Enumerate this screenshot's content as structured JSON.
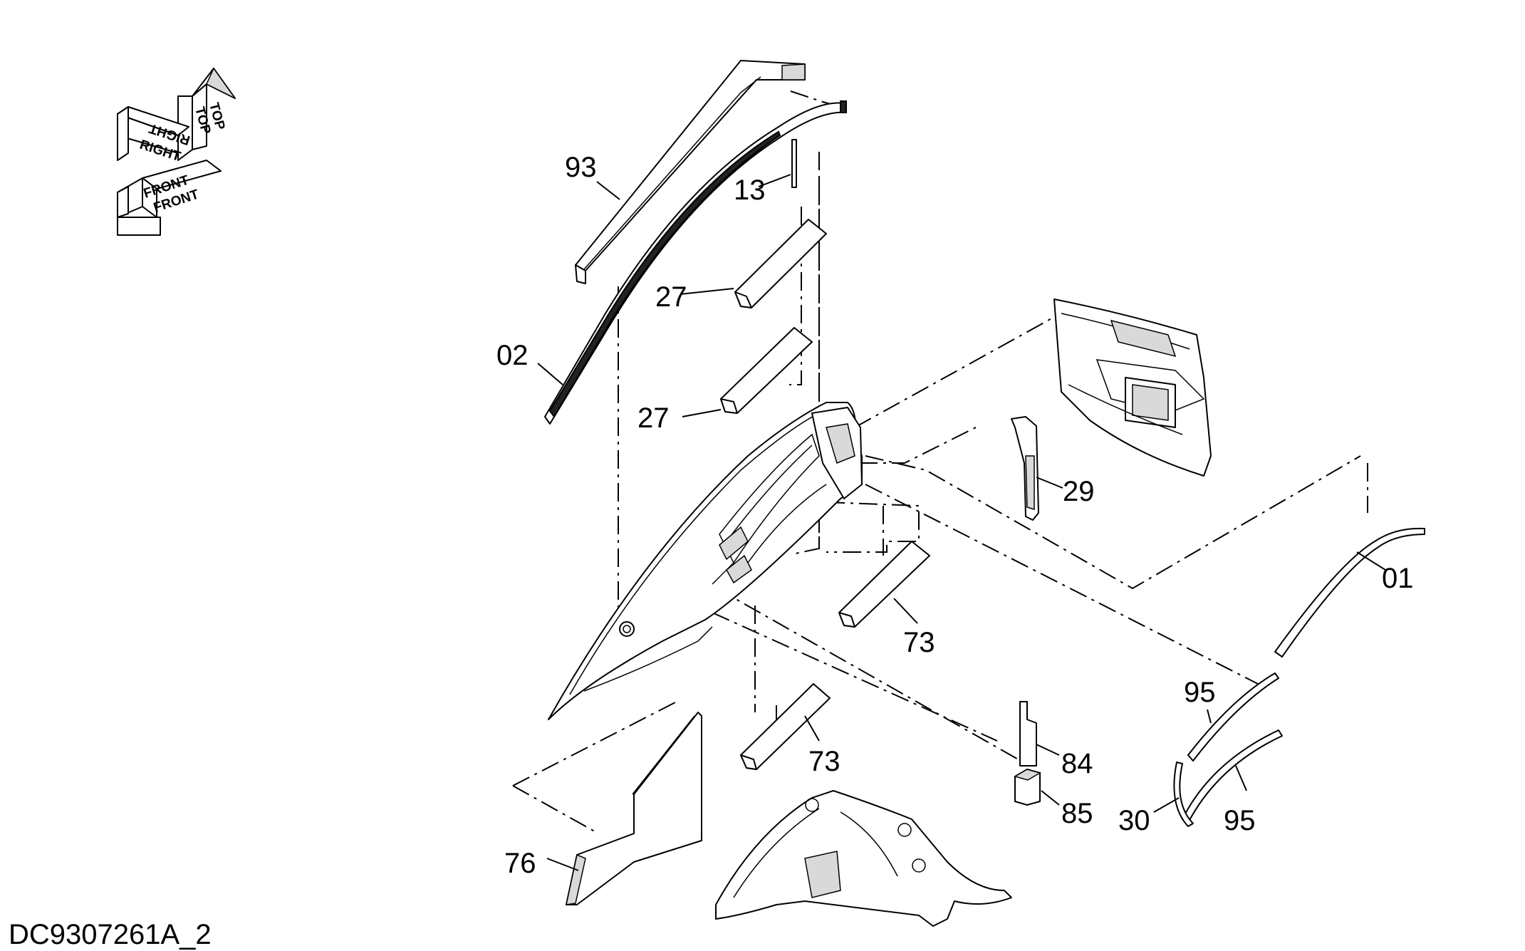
{
  "drawing_id": "DC9307261A_2",
  "orientation_labels": {
    "top": "TOP",
    "right": "RIGHT",
    "front": "FRONT"
  },
  "callouts": [
    "93",
    "13",
    "27",
    "02",
    "27",
    "29",
    "01",
    "73",
    "73",
    "95",
    "84",
    "85",
    "30",
    "95",
    "76"
  ]
}
